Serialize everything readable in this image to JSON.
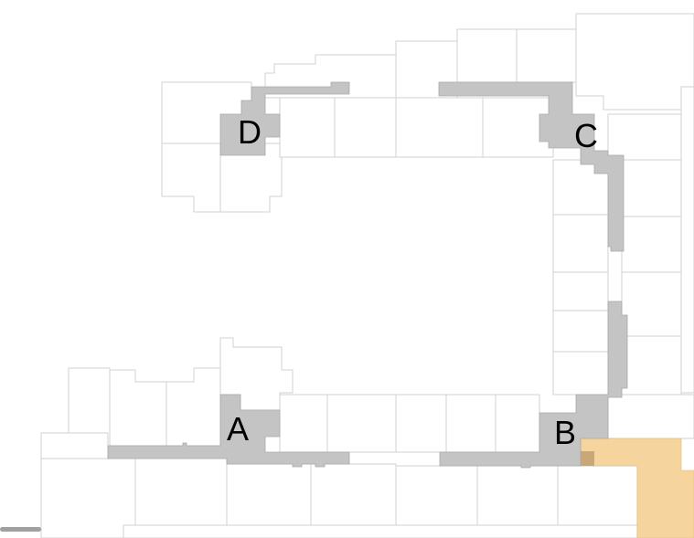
{
  "map": {
    "zones": [
      {
        "label": "A",
        "color": "#c4c4c4"
      },
      {
        "label": "B",
        "color": "#c4c4c4"
      },
      {
        "label": "C",
        "color": "#c4c4c4"
      },
      {
        "label": "D",
        "color": "#c4c4c4"
      }
    ],
    "highlight_color": "#f5d49e",
    "overlap_color": "#c8a878"
  }
}
